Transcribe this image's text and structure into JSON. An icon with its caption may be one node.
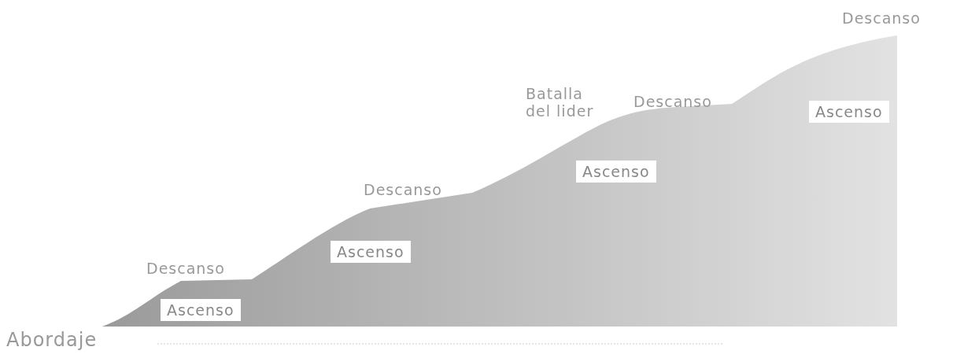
{
  "diagram": {
    "nodes": [
      {
        "text": [
          "Ascenso"
        ]
      },
      {
        "text": [
          "Ascenso"
        ]
      },
      {
        "text": [
          "Ascenso"
        ]
      },
      {
        "text": [
          "Ascenso"
        ]
      }
    ],
    "labels": [
      "Descanso",
      "Batalla del lider",
      "Descanso",
      "Descanso",
      "Descanso",
      "Abordaje"
    ]
  }
}
